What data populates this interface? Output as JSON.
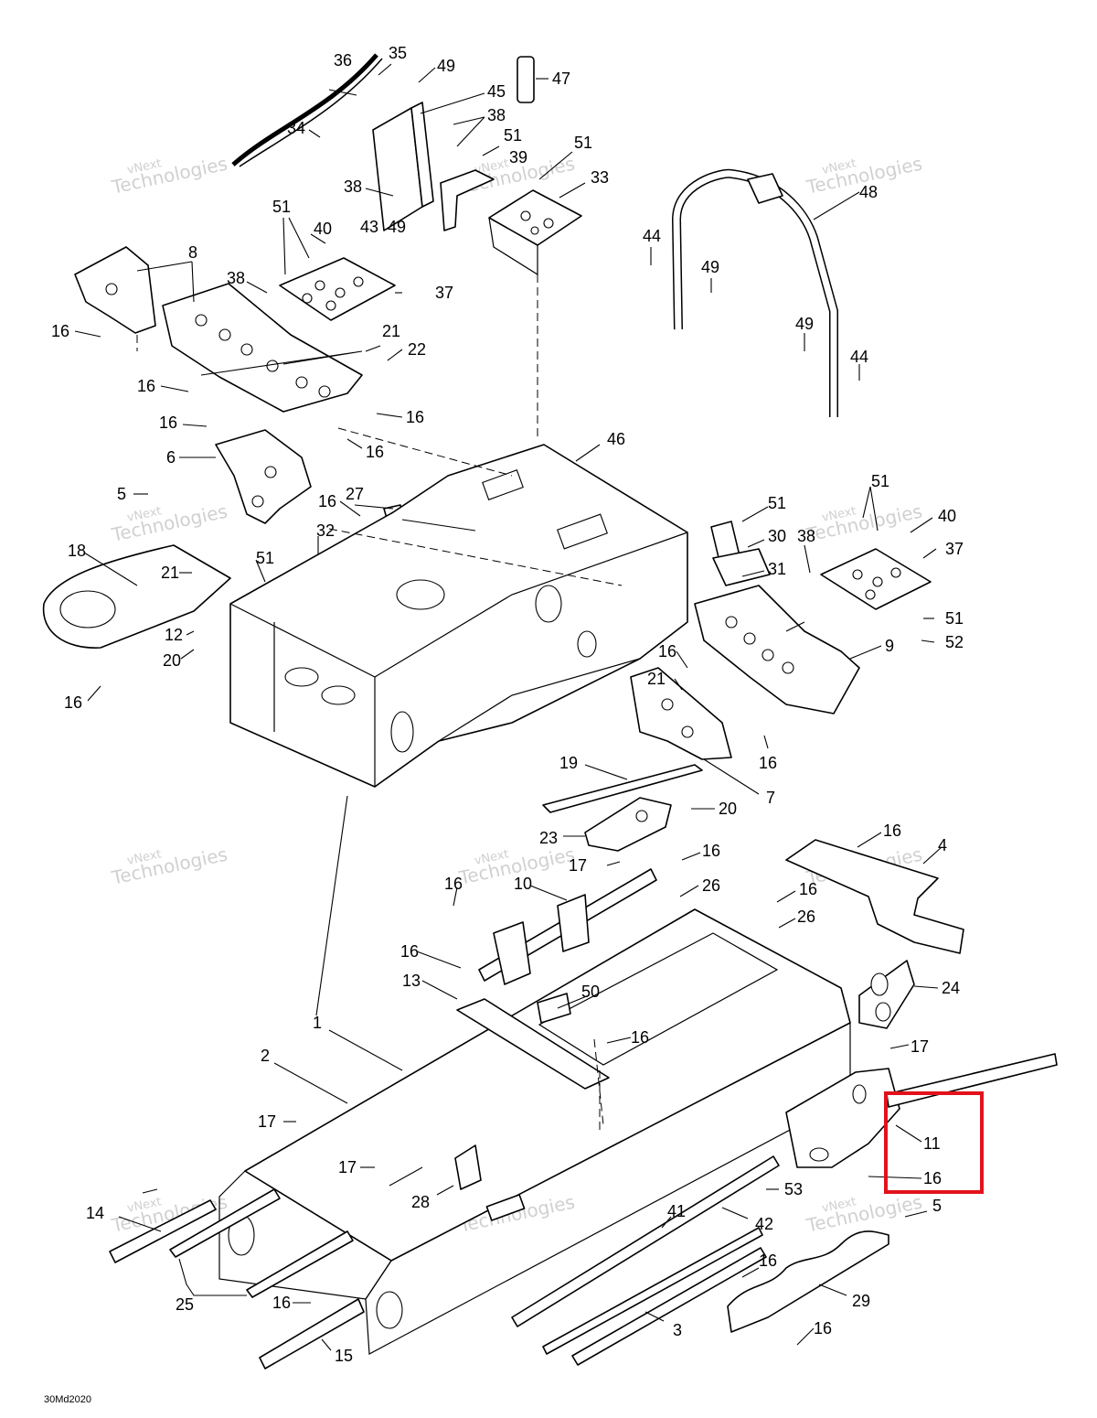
{
  "diagram": {
    "drawing_code": "30Md2020",
    "watermark_line1": "vNext",
    "watermark_line2": "Technologies",
    "highlight_color": "#e1121b",
    "callouts": [
      {
        "id": "c36",
        "text": "36"
      },
      {
        "id": "c35",
        "text": "35"
      },
      {
        "id": "c49a",
        "text": "49"
      },
      {
        "id": "c47",
        "text": "47"
      },
      {
        "id": "c45",
        "text": "45"
      },
      {
        "id": "c38a",
        "text": "38"
      },
      {
        "id": "c34",
        "text": "34"
      },
      {
        "id": "c51a",
        "text": "51"
      },
      {
        "id": "c39",
        "text": "39"
      },
      {
        "id": "c51b",
        "text": "51"
      },
      {
        "id": "c33",
        "text": "33"
      },
      {
        "id": "c38b",
        "text": "38"
      },
      {
        "id": "c43",
        "text": "43"
      },
      {
        "id": "c49b",
        "text": "49"
      },
      {
        "id": "c48",
        "text": "48"
      },
      {
        "id": "c51c",
        "text": "51"
      },
      {
        "id": "c40a",
        "text": "40"
      },
      {
        "id": "c8",
        "text": "8"
      },
      {
        "id": "c38c",
        "text": "38"
      },
      {
        "id": "c37a",
        "text": "37"
      },
      {
        "id": "c44a",
        "text": "44"
      },
      {
        "id": "c49c",
        "text": "49"
      },
      {
        "id": "c16a",
        "text": "16"
      },
      {
        "id": "c21a",
        "text": "21"
      },
      {
        "id": "c22",
        "text": "22"
      },
      {
        "id": "c49d",
        "text": "49"
      },
      {
        "id": "c44b",
        "text": "44"
      },
      {
        "id": "c16b",
        "text": "16"
      },
      {
        "id": "c16c",
        "text": "16"
      },
      {
        "id": "c16d",
        "text": "16"
      },
      {
        "id": "c16e",
        "text": "16"
      },
      {
        "id": "c46",
        "text": "46"
      },
      {
        "id": "c6",
        "text": "6"
      },
      {
        "id": "c5a",
        "text": "5"
      },
      {
        "id": "c16f",
        "text": "16"
      },
      {
        "id": "c27",
        "text": "27"
      },
      {
        "id": "c51d",
        "text": "51"
      },
      {
        "id": "c51e",
        "text": "51"
      },
      {
        "id": "c40b",
        "text": "40"
      },
      {
        "id": "c32",
        "text": "32"
      },
      {
        "id": "c18",
        "text": "18"
      },
      {
        "id": "c30",
        "text": "30"
      },
      {
        "id": "c38d",
        "text": "38"
      },
      {
        "id": "c37b",
        "text": "37"
      },
      {
        "id": "c21b",
        "text": "21"
      },
      {
        "id": "c51f",
        "text": "51"
      },
      {
        "id": "c31",
        "text": "31"
      },
      {
        "id": "c51g",
        "text": "51"
      },
      {
        "id": "c52",
        "text": "52"
      },
      {
        "id": "c12",
        "text": "12"
      },
      {
        "id": "c20a",
        "text": "20"
      },
      {
        "id": "c16g",
        "text": "16"
      },
      {
        "id": "c9",
        "text": "9"
      },
      {
        "id": "c21c",
        "text": "21"
      },
      {
        "id": "c16h",
        "text": "16"
      },
      {
        "id": "c19",
        "text": "19"
      },
      {
        "id": "c7",
        "text": "7"
      },
      {
        "id": "c20b",
        "text": "20"
      },
      {
        "id": "c16i",
        "text": "16"
      },
      {
        "id": "c4",
        "text": "4"
      },
      {
        "id": "c23",
        "text": "23"
      },
      {
        "id": "c17a",
        "text": "17"
      },
      {
        "id": "c16j",
        "text": "16"
      },
      {
        "id": "c16k",
        "text": "16"
      },
      {
        "id": "c10",
        "text": "10"
      },
      {
        "id": "c26a",
        "text": "26"
      },
      {
        "id": "c16l",
        "text": "16"
      },
      {
        "id": "c26b",
        "text": "26"
      },
      {
        "id": "c16m",
        "text": "16"
      },
      {
        "id": "c13",
        "text": "13"
      },
      {
        "id": "c24",
        "text": "24"
      },
      {
        "id": "c50",
        "text": "50"
      },
      {
        "id": "c1",
        "text": "1"
      },
      {
        "id": "c16n",
        "text": "16"
      },
      {
        "id": "c17b",
        "text": "17"
      },
      {
        "id": "c2",
        "text": "2"
      },
      {
        "id": "c11",
        "text": "11"
      },
      {
        "id": "c17c",
        "text": "17"
      },
      {
        "id": "c17d",
        "text": "17"
      },
      {
        "id": "c16o",
        "text": "16"
      },
      {
        "id": "c16p",
        "text": "16"
      },
      {
        "id": "c28",
        "text": "28"
      },
      {
        "id": "c53",
        "text": "53"
      },
      {
        "id": "c14",
        "text": "14"
      },
      {
        "id": "c41",
        "text": "41"
      },
      {
        "id": "c5b",
        "text": "5"
      },
      {
        "id": "c42",
        "text": "42"
      },
      {
        "id": "c25",
        "text": "25"
      },
      {
        "id": "c16q",
        "text": "16"
      },
      {
        "id": "c16r",
        "text": "16"
      },
      {
        "id": "c29",
        "text": "29"
      },
      {
        "id": "c3",
        "text": "3"
      },
      {
        "id": "c16s",
        "text": "16"
      },
      {
        "id": "c15",
        "text": "15"
      }
    ]
  }
}
